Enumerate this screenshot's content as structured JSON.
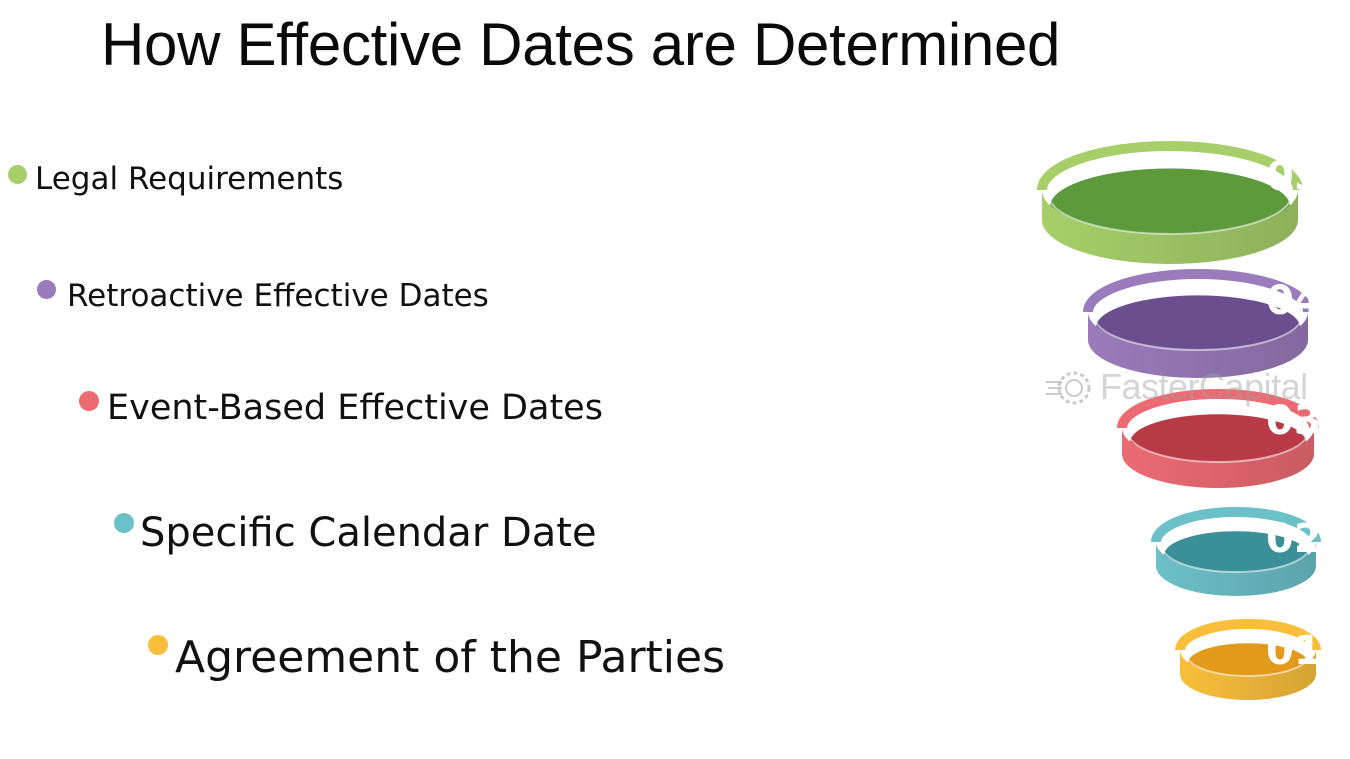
{
  "title": "How Effective Dates are Determined",
  "items": [
    {
      "label": "Legal Requirements",
      "color": "#a6cf6a"
    },
    {
      "label": "Retroactive Effective Dates",
      "color": "#9a7bbb"
    },
    {
      "label": "Event-Based Effective Dates",
      "color": "#ec6b72"
    },
    {
      "label": "Specific Calendar Date",
      "color": "#6cc0c8"
    },
    {
      "label": "Agreement of the Parties",
      "color": "#f9bf3b"
    }
  ],
  "rings": [
    {
      "number": "05",
      "color": "#a6cf6a",
      "dark": "#5c9a3c"
    },
    {
      "number": "04",
      "color": "#9a7bbb",
      "dark": "#6a4f8e"
    },
    {
      "number": "03",
      "color": "#ec6b72",
      "dark": "#b83a46"
    },
    {
      "number": "02",
      "color": "#6cc0c8",
      "dark": "#3a8f98"
    },
    {
      "number": "01",
      "color": "#f9bf3b",
      "dark": "#e39a1c"
    }
  ],
  "watermark": "FasterCapital"
}
